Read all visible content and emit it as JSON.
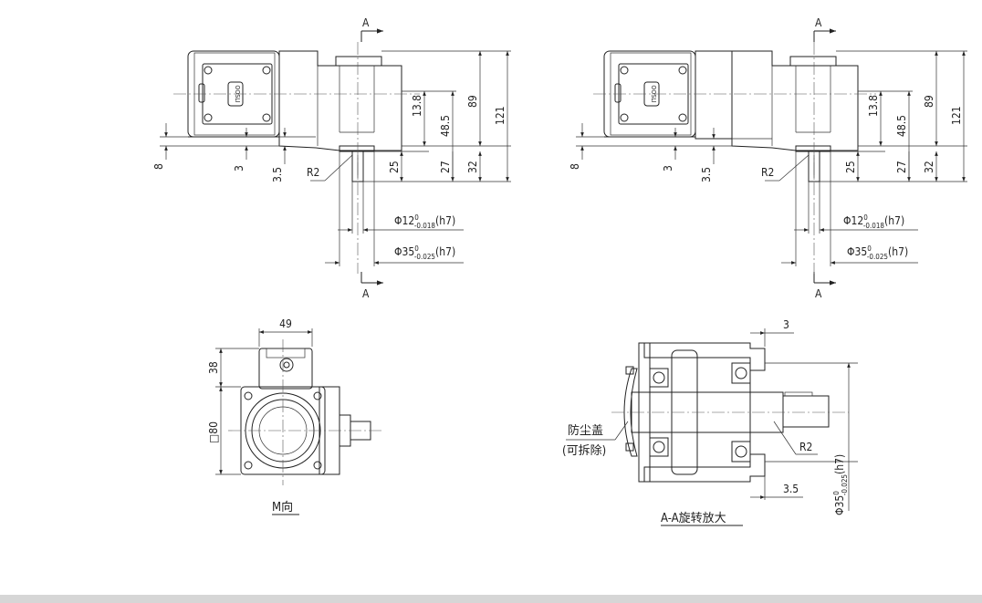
{
  "colors": {
    "housing": "#c9e8c2",
    "spacer": "#0ea25e",
    "motor": "#eeeeee",
    "bottom_bar": "#d6d6d6"
  },
  "section_marks": {
    "letter": "A"
  },
  "dims": {
    "d8": "8",
    "d3": "3",
    "d3_5": "3.5",
    "r2": "R2",
    "d25": "25",
    "d27": "27",
    "d32": "32",
    "d13_8": "13.8",
    "d48_5": "48.5",
    "d89": "89",
    "d121": "121",
    "shaft_prefix": "Φ12",
    "shaft_tol_upper": "0",
    "shaft_tol_lower": "-0.018",
    "shaft_fit": "(h7)",
    "pilot_prefix": "Φ35",
    "pilot_tol_upper": "0",
    "pilot_tol_lower": "-0.025",
    "pilot_fit": "(h7)",
    "d49": "49",
    "d38": "38",
    "sq80": "□80"
  },
  "labels": {
    "m_view": "M向",
    "aa_view": "A-A旋转放大",
    "dust_cover_1": "防尘盖",
    "dust_cover_2": "(可拆除)"
  },
  "motor_badge": "OOSLI"
}
